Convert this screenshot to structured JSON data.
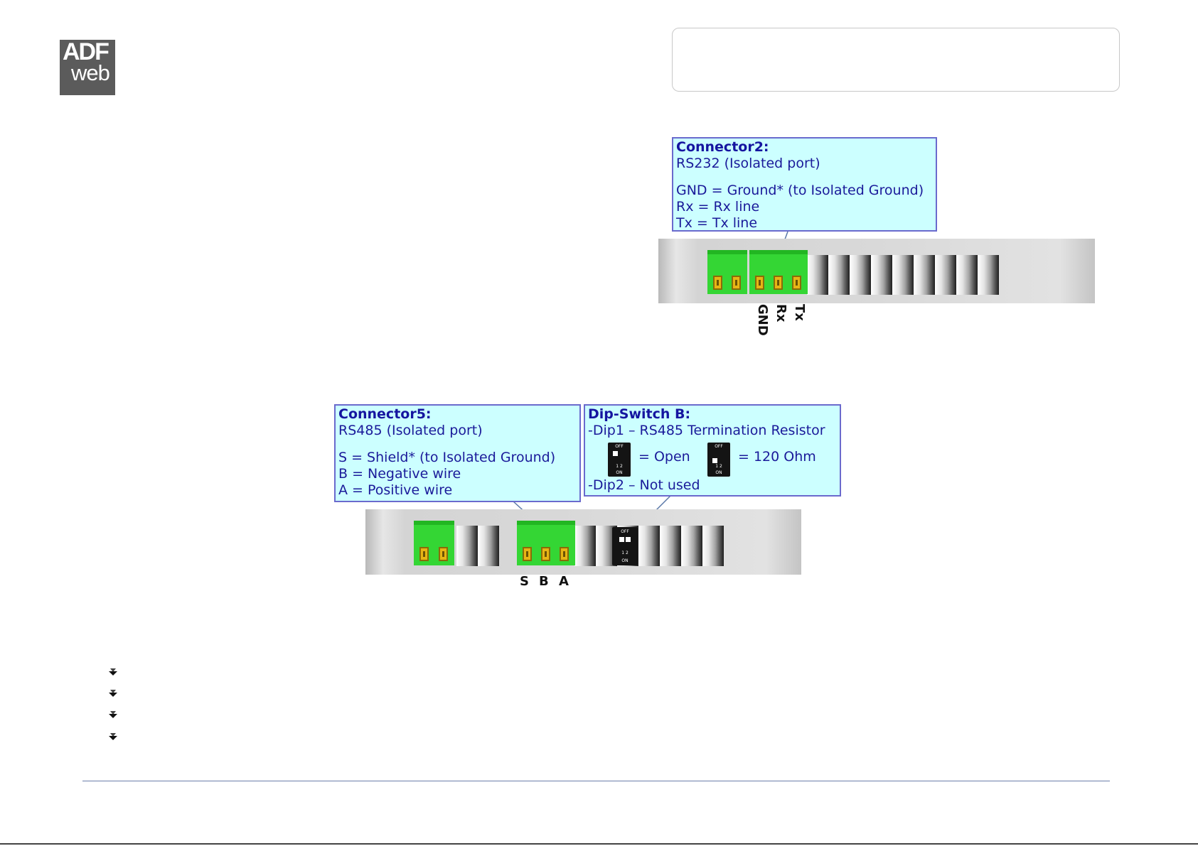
{
  "logo": {
    "line1": "ADF",
    "line2": "web"
  },
  "connector2": {
    "title": "Connector2:",
    "subtitle": "RS232 (Isolated port)",
    "lines": [
      "GND = Ground* (to Isolated Ground)",
      "Rx = Rx line",
      "Tx = Tx line"
    ],
    "pin_labels": [
      "GND",
      "Rx",
      "Tx"
    ]
  },
  "connector5": {
    "title": "Connector5:",
    "subtitle": "RS485 (Isolated port)",
    "lines": [
      "S = Shield* (to Isolated Ground)",
      "B = Negative wire",
      "A = Positive wire"
    ],
    "pin_labels": [
      "S",
      "B",
      "A"
    ]
  },
  "dipswitch": {
    "title": "Dip-Switch B:",
    "dip1": "-Dip1 – RS485 Termination Resistor",
    "open": "= Open",
    "ohm": "= 120 Ohm",
    "dip2": "-Dip2 – Not used",
    "switch_top": "OFF",
    "switch_nums": "1 2",
    "switch_bottom": "ON"
  },
  "colors": {
    "callout_bg": "#ccffff",
    "callout_border": "#6a6acd",
    "terminal_green": "#34d634",
    "footer_line": "#6b7faa"
  },
  "icons": {
    "bullet": "arrow-bullet-icon"
  }
}
